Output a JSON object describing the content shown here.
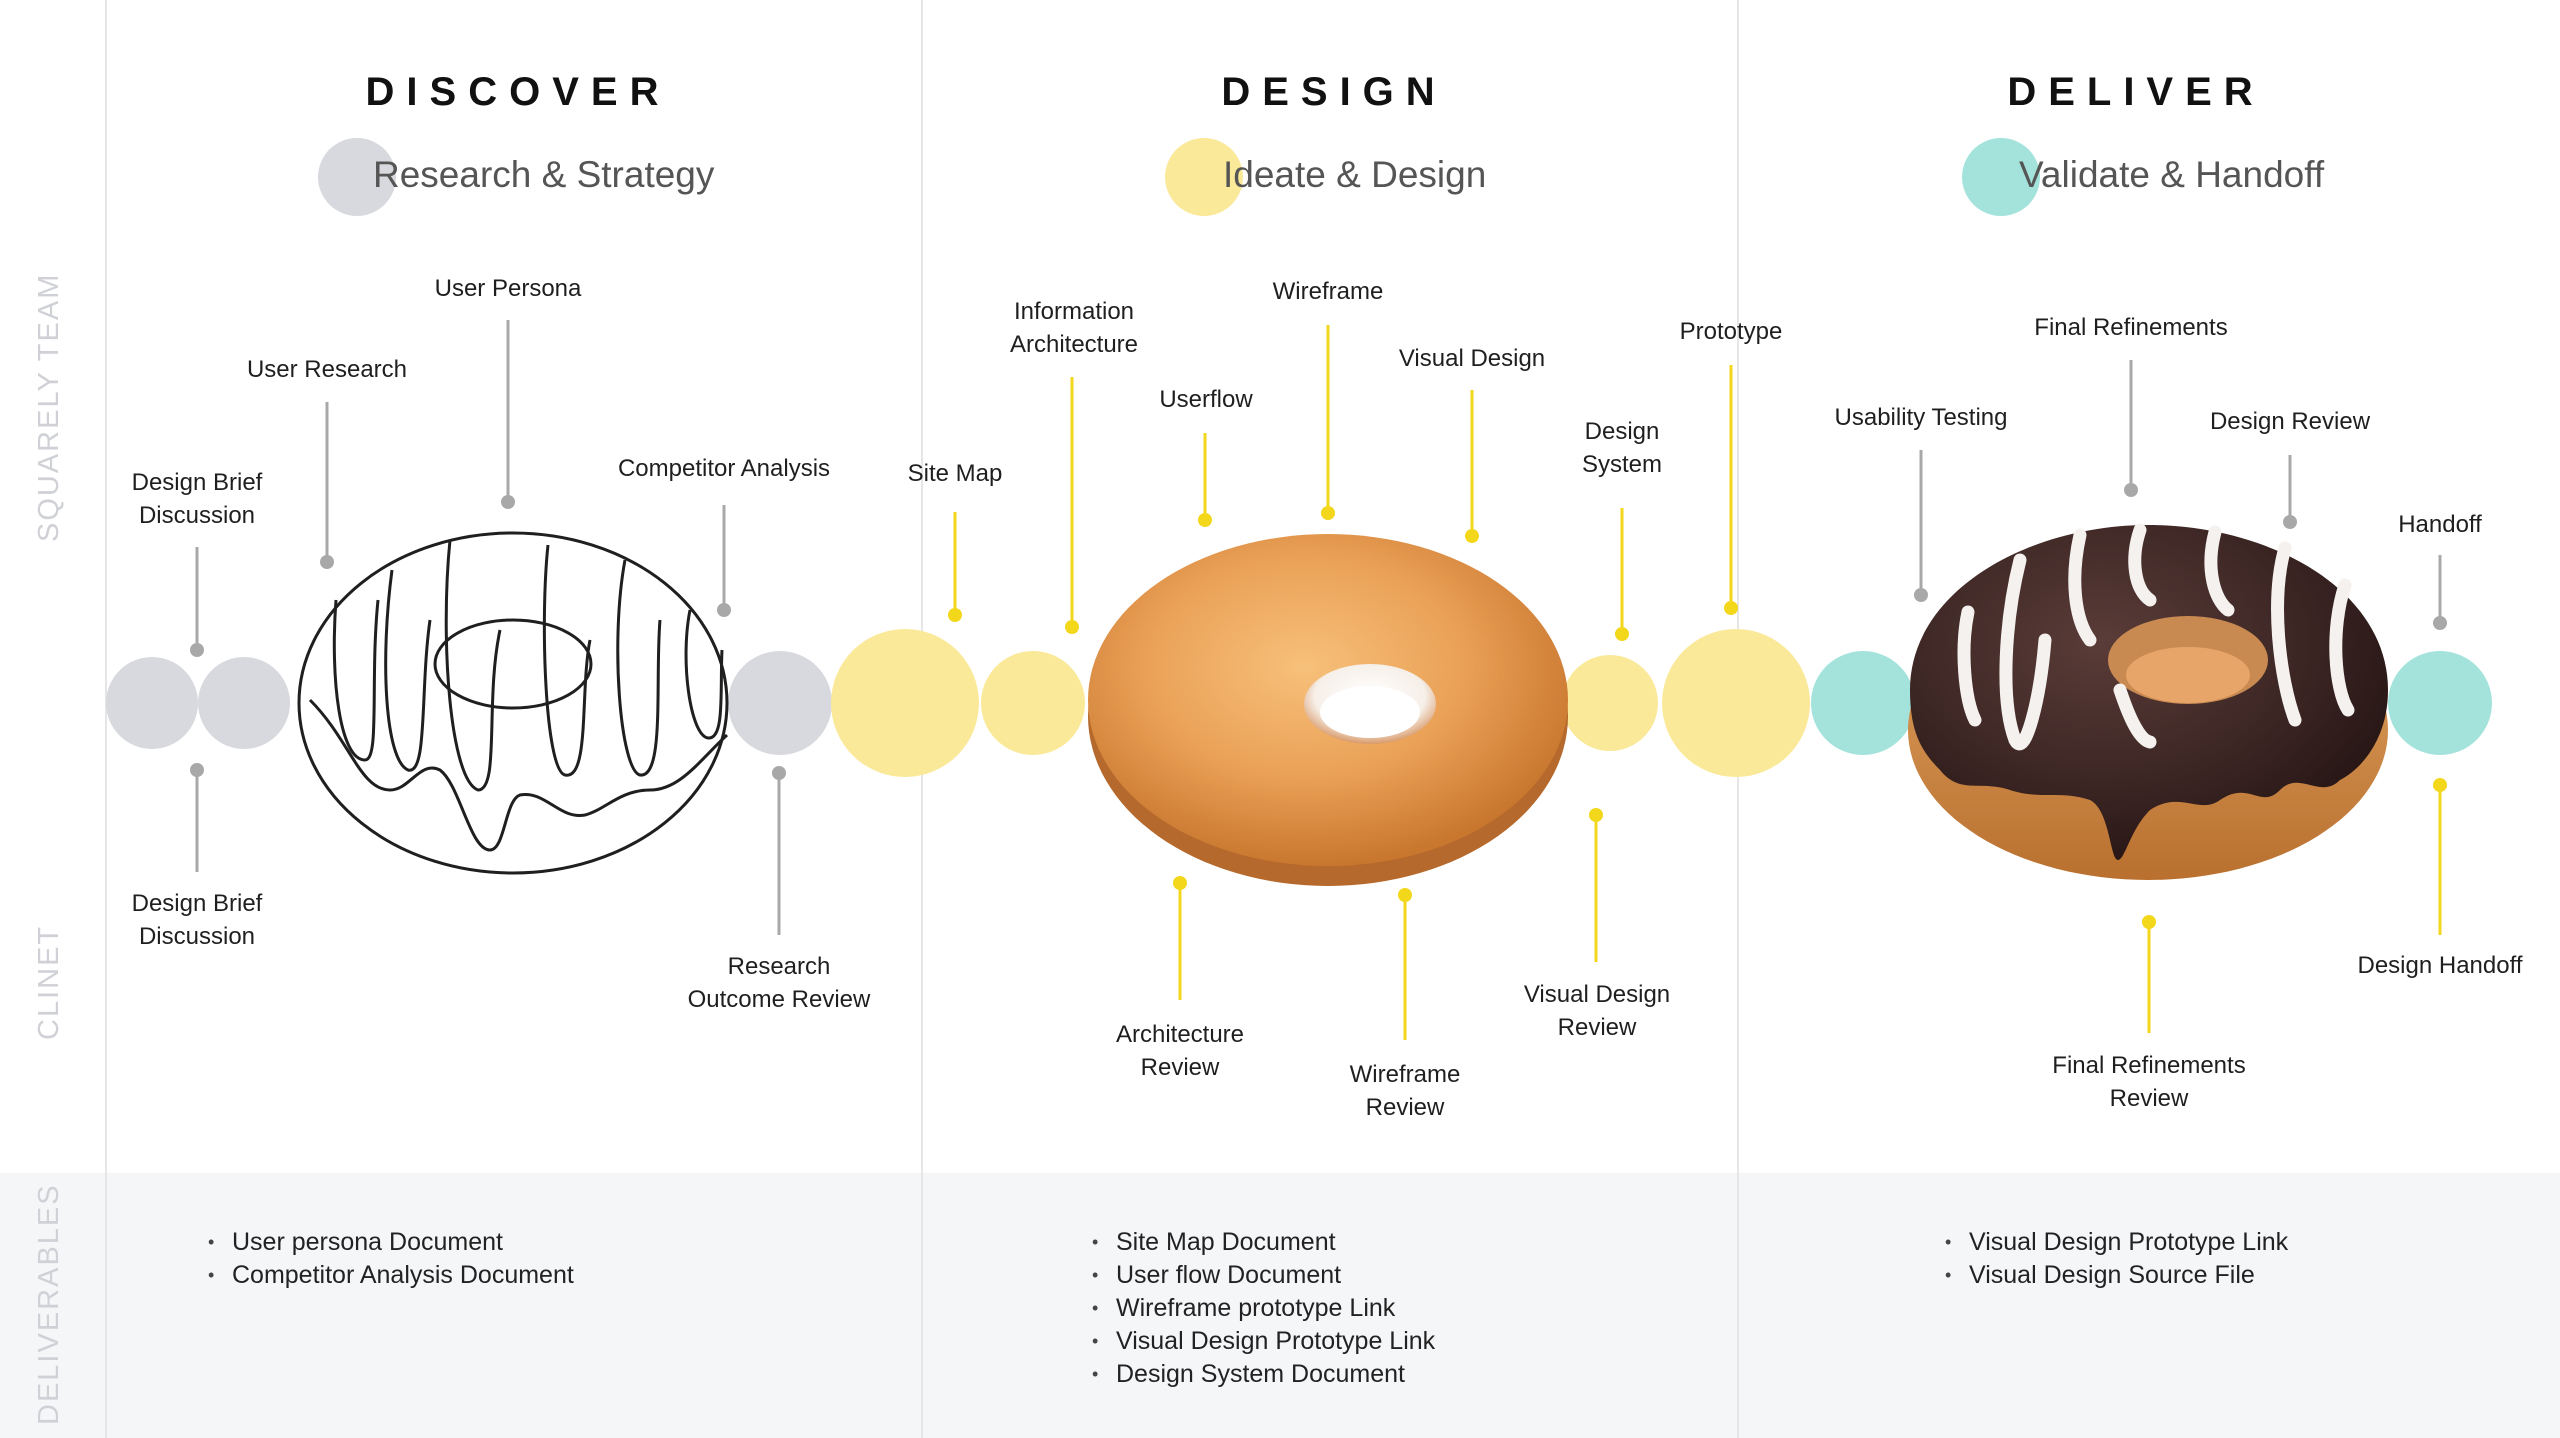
{
  "side_labels": {
    "team": "SQUARELY TEAM",
    "client": "CLINET",
    "deliverables": "DELIVERABLES"
  },
  "colors": {
    "discover": "#d7d9de",
    "design": "#fbe99a",
    "deliver": "#a4e3db",
    "design_line": "#f3d71b",
    "grey_line": "#a8a8a8"
  },
  "phases": [
    {
      "title": "DISCOVER",
      "subtitle": "Research & Strategy",
      "deliverables": [
        "User persona Document",
        "Competitor Analysis Document"
      ]
    },
    {
      "title": "DESIGN",
      "subtitle": "Ideate & Design",
      "deliverables": [
        "Site Map Document",
        "User flow Document",
        "Wireframe prototype Link",
        "Visual Design Prototype Link",
        "Design System Document"
      ]
    },
    {
      "title": "DELIVER",
      "subtitle": "Validate & Handoff",
      "deliverables": [
        "Visual Design Prototype Link",
        "Visual Design Source File"
      ]
    }
  ],
  "milestones": {
    "design_brief_team": [
      "Design Brief",
      "Discussion"
    ],
    "user_research": [
      "User Research"
    ],
    "user_persona": [
      "User Persona"
    ],
    "competitor_analysis": [
      "Competitor Analysis"
    ],
    "design_brief_client": [
      "Design Brief",
      "Discussion"
    ],
    "research_review": [
      "Research",
      "Outcome Review"
    ],
    "site_map": [
      "Site Map"
    ],
    "information_architecture": [
      "Information",
      "Architecture"
    ],
    "userflow": [
      "Userflow"
    ],
    "wireframe": [
      "Wireframe"
    ],
    "visual_design": [
      "Visual Design"
    ],
    "design_system": [
      "Design",
      "System"
    ],
    "prototype": [
      "Prototype"
    ],
    "architecture_review": [
      "Architecture",
      "Review"
    ],
    "wireframe_review": [
      "Wireframe",
      "Review"
    ],
    "visual_design_review": [
      "Visual Design",
      "Review"
    ],
    "usability_testing": [
      "Usability Testing"
    ],
    "final_refinements": [
      "Final Refinements"
    ],
    "design_review": [
      "Design Review"
    ],
    "handoff": [
      "Handoff"
    ],
    "final_refinements_review": [
      "Final Refinements",
      "Review"
    ],
    "design_handoff": [
      "Design Handoff"
    ]
  }
}
